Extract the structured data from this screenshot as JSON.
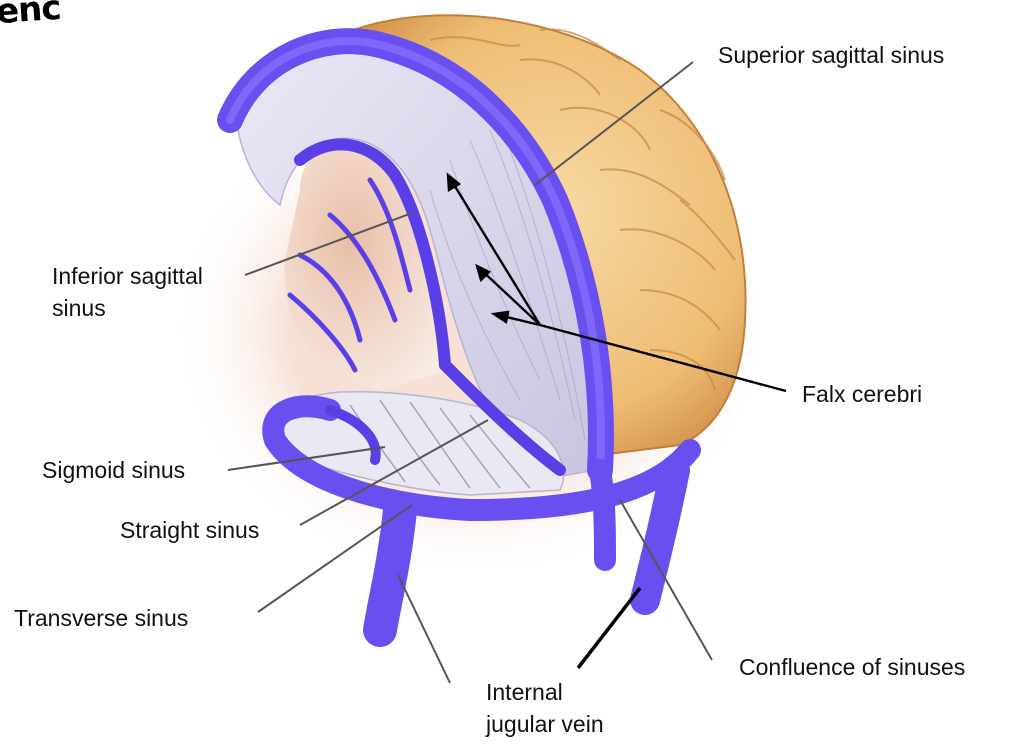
{
  "header_fragment": "enc",
  "colors": {
    "vein": "#6a4ff0",
    "vein_dark": "#3f25c9",
    "falx": "#d7d4ea",
    "brain": "#f0c680",
    "brain_shadow": "#c8863f",
    "leader": "#444444",
    "arrow": "#000000"
  },
  "labels": {
    "superior_sagittal_sinus": "Superior sagittal sinus",
    "inferior_sagittal_sinus_1": "Inferior sagittal",
    "inferior_sagittal_sinus_2": "sinus",
    "falx_cerebri": "Falx cerebri",
    "sigmoid_sinus": "Sigmoid sinus",
    "straight_sinus": "Straight sinus",
    "transverse_sinus": "Transverse sinus",
    "internal_jugular_vein_1": "Internal",
    "internal_jugular_vein_2": "jugular vein",
    "confluence_of_sinuses": "Confluence of sinuses"
  }
}
